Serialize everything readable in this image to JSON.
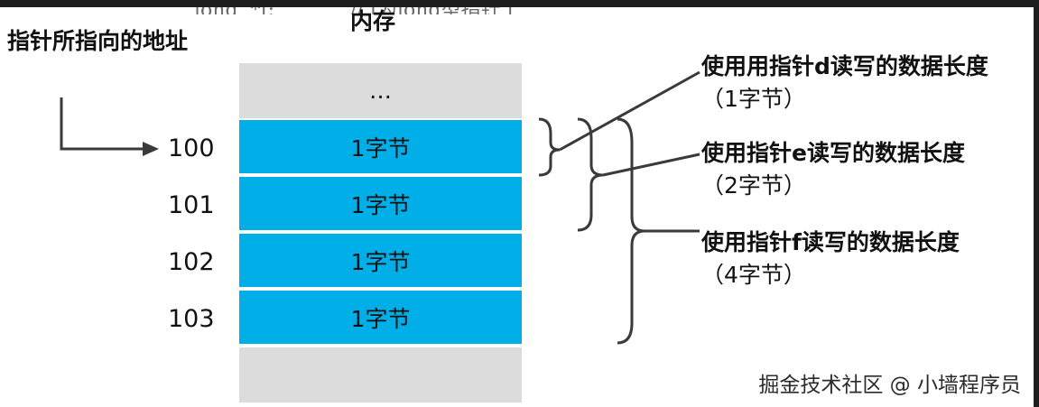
{
  "code_fragment": "long  *f;            // f为long型指针 f",
  "memory_title": "内存",
  "pointer_address_label": "指针所指向的地址",
  "ellipsis": "…",
  "cells": [
    {
      "address": "100",
      "label": "1字节"
    },
    {
      "address": "101",
      "label": "1字节"
    },
    {
      "address": "102",
      "label": "1字节"
    },
    {
      "address": "103",
      "label": "1字节"
    }
  ],
  "annotations": [
    {
      "title": "使用用指针d读写的数据长度",
      "sub": "（1字节）"
    },
    {
      "title": "使用指针e读写的数据长度",
      "sub": "（2字节）"
    },
    {
      "title": "使用指针f读写的数据长度",
      "sub": "（4字节）"
    }
  ],
  "watermark": "掘金技术社区 @ 小墙程序员",
  "colors": {
    "cell_fill": "#00aee8",
    "empty_fill": "#dcdcdc",
    "line": "#3a3a3a"
  }
}
